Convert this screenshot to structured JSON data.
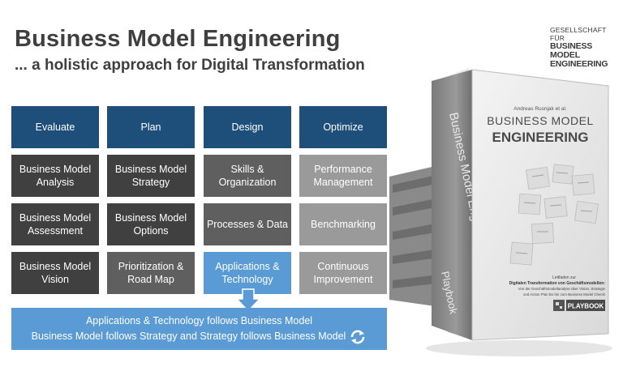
{
  "header": {
    "title": "Business Model Engineering",
    "subtitle": "... a holistic approach for Digital Transformation"
  },
  "logo": {
    "line1": "GESELLSCHAFT FÜR",
    "line2": "BUSINESS MODEL",
    "line3": "ENGINEERING"
  },
  "grid": {
    "columns": [
      "Evaluate",
      "Plan",
      "Design",
      "Optimize"
    ],
    "rows": [
      [
        "Business Model Analysis",
        "Business Model Strategy",
        "Skills & Organization",
        "Performance Management"
      ],
      [
        "Business Model Assessment",
        "Business Model Options",
        "Processes & Data",
        "Benchmarking"
      ],
      [
        "Business Model Vision",
        "Prioritization & Road Map",
        "Applications & Technology",
        "Continuous Improvement"
      ]
    ]
  },
  "banner": {
    "line1": "Applications & Technology follows Business Model",
    "line2": "Business Model follows Strategy and Strategy follows Business Model"
  },
  "book": {
    "author": "Andreas Rusnjak et al.",
    "title1": "BUSINESS MODEL",
    "title2": "ENGINEERING",
    "subtitle_a": "Leitfaden zur",
    "subtitle_b": "Digitalen Transformation von Geschäftsmodellen:",
    "subtitle_c": "Von der Geschäftsmodellanalyse über Vision, Strategie",
    "subtitle_d": "und Action Plan bis hin zum Business Model Check!",
    "badge": "PLAYBOOK",
    "spine": "Business Model Engineering",
    "spine2": "Playbook"
  },
  "colors": {
    "header_blue": "#1e4f7a",
    "highlight_blue": "#5b9bd5",
    "dark_gray": "#404040",
    "mid_gray": "#5f5f5f",
    "light_gray": "#9a9a9a"
  }
}
